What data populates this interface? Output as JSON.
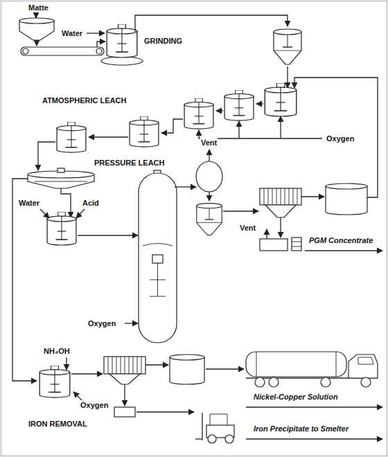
{
  "diagram": {
    "labels": [
      "Matte",
      "GRINDING",
      "Water",
      "ATMOSPHERIC LEACH",
      "Oxygen",
      "PRESSURE LEACH",
      "Vent",
      "Water",
      "Acid",
      "Oxygen",
      "Vent",
      "PGM Concentrate",
      "NH₄OH",
      "Oxygen",
      "Nickel-Copper Solution",
      "IRON REMOVAL",
      "Iron Precipitate to Smelter"
    ]
  }
}
